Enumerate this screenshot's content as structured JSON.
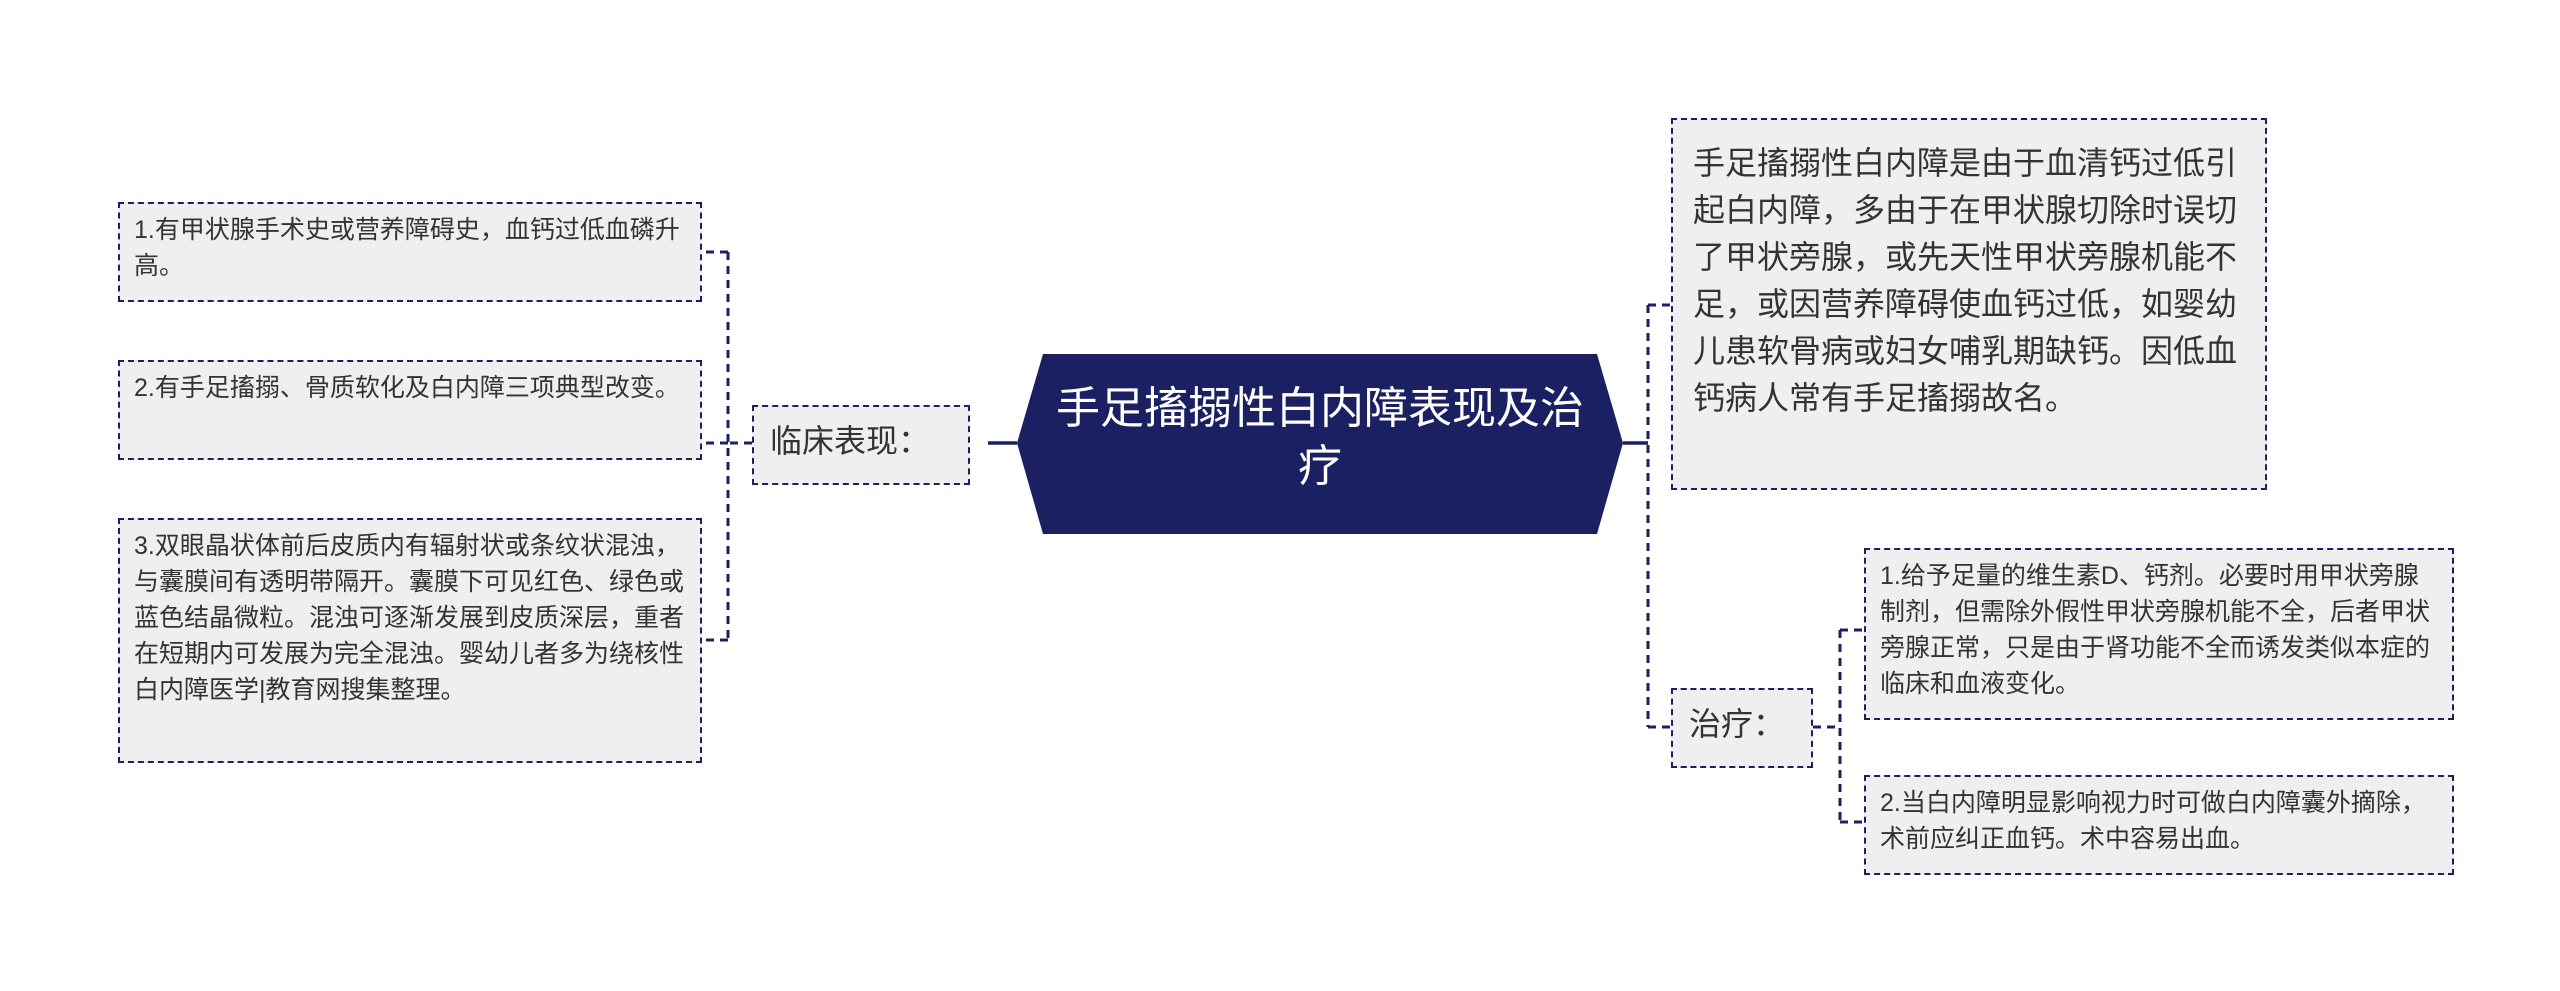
{
  "colors": {
    "root_fill": "#1a2062",
    "root_text": "#ffffff",
    "node_fill": "#efefef",
    "node_border": "#1b2060",
    "connector": "#1b2060",
    "node_text": "#333333"
  },
  "root": {
    "title": "手足搐搦性白内障表现及治疗"
  },
  "left": {
    "branch_label": "临床表现：",
    "items": [
      "1.有甲状腺手术史或营养障碍史，血钙过低血磷升高。",
      "2.有手足搐搦、骨质软化及白内障三项典型改变。",
      "3.双眼晶状体前后皮质内有辐射状或条纹状混浊，与囊膜间有透明带隔开。囊膜下可见红色、绿色或蓝色结晶微粒。混浊可逐渐发展到皮质深层，重者在短期内可发展为完全混浊。婴幼儿者多为绕核性白内障医学|教育网搜集整理。"
    ]
  },
  "right": {
    "description": "手足搐搦性白内障是由于血清钙过低引起白内障，多由于在甲状腺切除时误切了甲状旁腺，或先天性甲状旁腺机能不足，或因营养障碍使血钙过低，如婴幼儿患软骨病或妇女哺乳期缺钙。因低血钙病人常有手足搐搦故名。",
    "branch_label": "治疗：",
    "items": [
      "1.给予足量的维生素D、钙剂。必要时用甲状旁腺制剂，但需除外假性甲状旁腺机能不全，后者甲状旁腺正常，只是由于肾功能不全而诱发类似本症的临床和血液变化。",
      "2.当白内障明显影响视力时可做白内障囊外摘除，术前应纠正血钙。术中容易出血。"
    ]
  }
}
